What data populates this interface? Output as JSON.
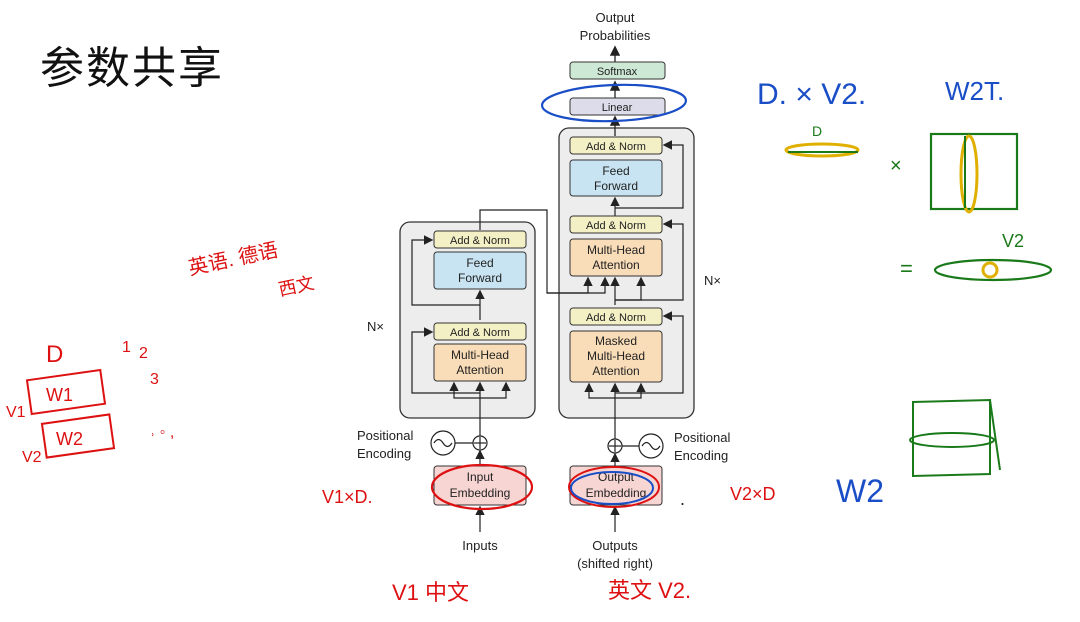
{
  "slide": {
    "title": "参数共享"
  },
  "diagram": {
    "output_probabilities": [
      "Output",
      "Probabilities"
    ],
    "softmax": "Softmax",
    "linear": "Linear",
    "add_norm": "Add & Norm",
    "feed_forward": [
      "Feed",
      "Forward"
    ],
    "multi_head_attention": [
      "Multi-Head",
      "Attention"
    ],
    "masked_multi_head_attention": [
      "Masked",
      "Multi-Head",
      "Attention"
    ],
    "nx": "N×",
    "positional_encoding": [
      "Positional",
      "Encoding"
    ],
    "input_embedding": [
      "Input",
      "Embedding"
    ],
    "output_embedding": [
      "Output",
      "Embedding"
    ],
    "inputs": "Inputs",
    "outputs": [
      "Outputs",
      "(shifted right)"
    ],
    "colors": {
      "add_norm": "#f4f0c6",
      "feed_forward": "#c8e4f2",
      "attention": "#f9dcb8",
      "embedding": "#f7d5d3",
      "softmax": "#cde8d4",
      "linear": "#dcdcea",
      "stack_bg": "#ededed"
    }
  },
  "annotations": {
    "left_red": [
      "英语. 德语",
      "西文",
      "D",
      "1",
      "2",
      "3",
      "V1",
      "W1",
      "V2",
      "W2",
      "V1×D.",
      "V1 中文"
    ],
    "bottom_red": [
      "V2×D",
      "英文 V2."
    ],
    "top_right_blue": [
      "D. × V2.",
      "W2T."
    ],
    "mid_right_blue": "W2",
    "green": [
      "D",
      "×",
      "=",
      "V2"
    ]
  }
}
